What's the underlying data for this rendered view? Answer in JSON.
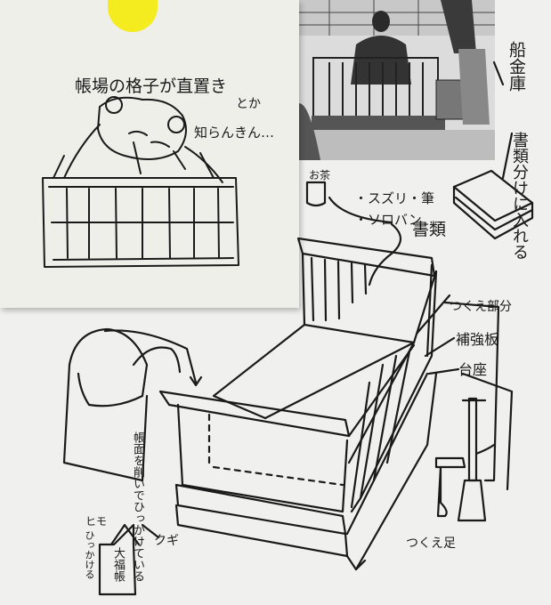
{
  "sticky_note": {
    "line1": "帳場の格子が直置き",
    "line2": "とか",
    "line3": "知らんきん…"
  },
  "labels": {
    "funa_kinko": "船金庫",
    "shorui_wake": "書類分けに入れる",
    "ocha": "お茶",
    "suzuri_fude": "・スズリ・筆",
    "soroban": "・ソロバン",
    "shorui": "書類",
    "tsukue_bubun": "つくえ部分",
    "hokyouban": "補強板",
    "daiza": "台座",
    "tsukue_ashi": "つくえ足",
    "choumen": "帳面を削いでひっかけている",
    "himo": "ヒモ",
    "hikkakeru": "ひっかける",
    "kugi": "クギ",
    "daifukuchou": "大福帳"
  },
  "colors": {
    "ink": "#1a1a1a",
    "pin": "#f4ec1e",
    "paper": "#f0f0ee"
  }
}
